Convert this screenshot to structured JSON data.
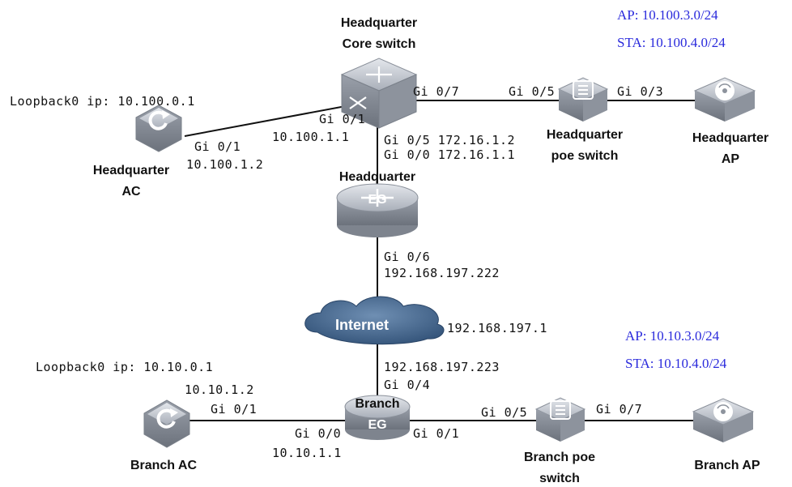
{
  "colors": {
    "link": "#111111",
    "device_top": "#b9bec7",
    "device_side": "#8f959f",
    "cloud": "#4a6e95",
    "blue_text": "#2a2adc"
  },
  "devices": {
    "hq_core": {
      "name_line1": "Headquarter",
      "name_line2": "Core switch",
      "icon": "core-switch-icon"
    },
    "hq_ac": {
      "name_line1": "Headquarter",
      "name_line2": "AC",
      "icon": "access-controller-icon",
      "loopback": "Loopback0 ip: 10.100.0.1"
    },
    "hq_eg": {
      "name_line1": "Headquarter",
      "name_line2": "EG",
      "icon": "egress-gateway-icon"
    },
    "hq_poe": {
      "name_line1": "Headquarter",
      "name_line2": "poe switch",
      "icon": "poe-switch-icon"
    },
    "hq_ap": {
      "name_line1": "Headquarter",
      "name_line2": "AP",
      "icon": "access-point-icon"
    },
    "internet": {
      "name": "Internet",
      "icon": "cloud-icon"
    },
    "br_eg": {
      "name_line1": "Branch",
      "name_line2": "EG",
      "icon": "egress-gateway-icon"
    },
    "br_ac": {
      "name": "Branch AC",
      "icon": "access-controller-icon",
      "loopback": "Loopback0 ip: 10.10.0.1"
    },
    "br_poe": {
      "name_line1": "Branch poe",
      "name_line2": "switch",
      "icon": "poe-switch-icon"
    },
    "br_ap": {
      "name": "Branch AP",
      "icon": "access-point-icon"
    }
  },
  "hq_subnets": {
    "ap": "AP: 10.100.3.0/24",
    "sta": "STA: 10.100.4.0/24"
  },
  "br_subnets": {
    "ap": "AP: 10.10.3.0/24",
    "sta": "STA: 10.10.4.0/24"
  },
  "ports": {
    "core_to_ac_port": "Gi 0/1",
    "core_to_ac_ip": "10.100.1.1",
    "ac_port": "Gi 0/1",
    "ac_ip": "10.100.1.2",
    "core_to_poe_port": "Gi 0/7",
    "hq_poe_in_port": "Gi 0/5",
    "hq_poe_out_port": "Gi 0/3",
    "core_to_eg": "Gi 0/5 172.16.1.2",
    "eg_to_core": "Gi 0/0 172.16.1.1",
    "hq_eg_wan_port": "Gi 0/6",
    "hq_eg_wan_ip": "192.168.197.222",
    "internet_ip": "192.168.197.1",
    "br_eg_wan_ip": "192.168.197.223",
    "br_eg_wan_port": "Gi 0/4",
    "br_ac_ip": "10.10.1.2",
    "br_ac_port": "Gi 0/1",
    "br_eg_to_ac_port": "Gi 0/0",
    "br_eg_to_ac_ip": "10.10.1.1",
    "br_eg_to_poe_port": "Gi 0/1",
    "br_poe_in_port": "Gi 0/5",
    "br_poe_out_port": "Gi 0/7"
  }
}
